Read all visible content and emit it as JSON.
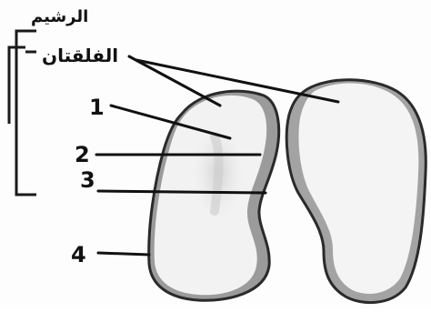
{
  "labels": {
    "embryo": "الرشيم",
    "cotyledons": "الفلقتان",
    "n1": "1",
    "n2": "2",
    "n3": "3",
    "n4": "4"
  }
}
